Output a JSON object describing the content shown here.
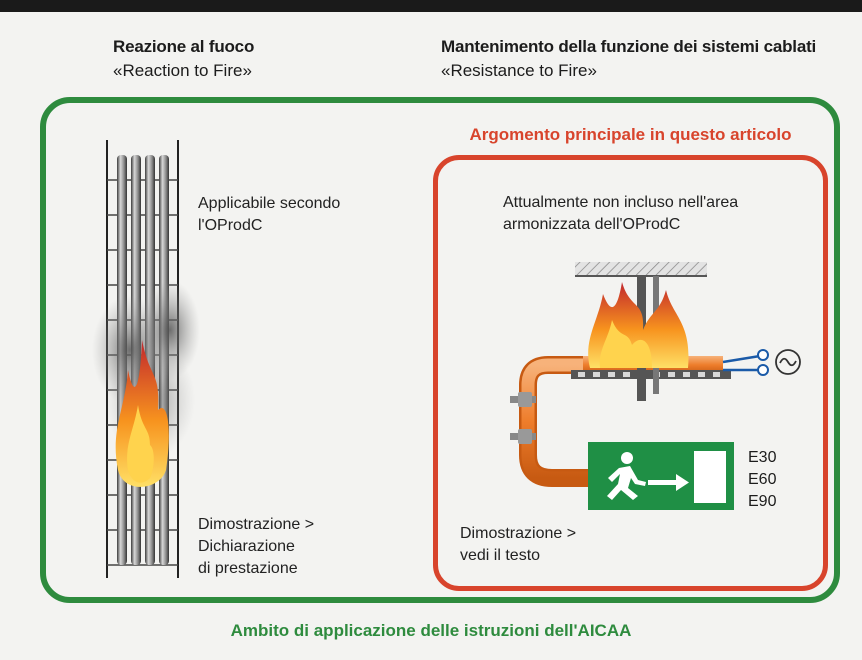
{
  "header": {
    "left_title": "Reazione al fuoco",
    "left_subtitle": "«Reaction to Fire»",
    "right_title": "Mantenimento della funzione dei sistemi cablati",
    "right_subtitle": "«Resistance to Fire»"
  },
  "left_panel": {
    "applicability_lines": [
      "Applicabile secondo",
      "l'OProdC"
    ],
    "demonstration_lines": [
      "Dimostrazione >",
      "Dichiarazione",
      "di prestazione"
    ]
  },
  "right_panel": {
    "highlight_title": "Argomento principale in questo articolo",
    "status_lines": [
      "Attualmente non incluso nell'area",
      "armonizzata dell'OProdC"
    ],
    "demonstration_lines": [
      "Dimostrazione >",
      "vedi il testo"
    ],
    "classes": [
      "E30",
      "E60",
      "E90"
    ]
  },
  "footer": {
    "scope": "Ambito di applicazione delle istruzioni dell'AICAA"
  },
  "colors": {
    "green_frame": "#2e8b3e",
    "orange_frame": "#d8442c",
    "exit_sign": "#1f8f45"
  },
  "icons": [
    "cable-ladder-icon",
    "fire-icon",
    "smoke-icon",
    "cable-tray-icon",
    "exit-sign-icon",
    "ac-power-icon"
  ]
}
